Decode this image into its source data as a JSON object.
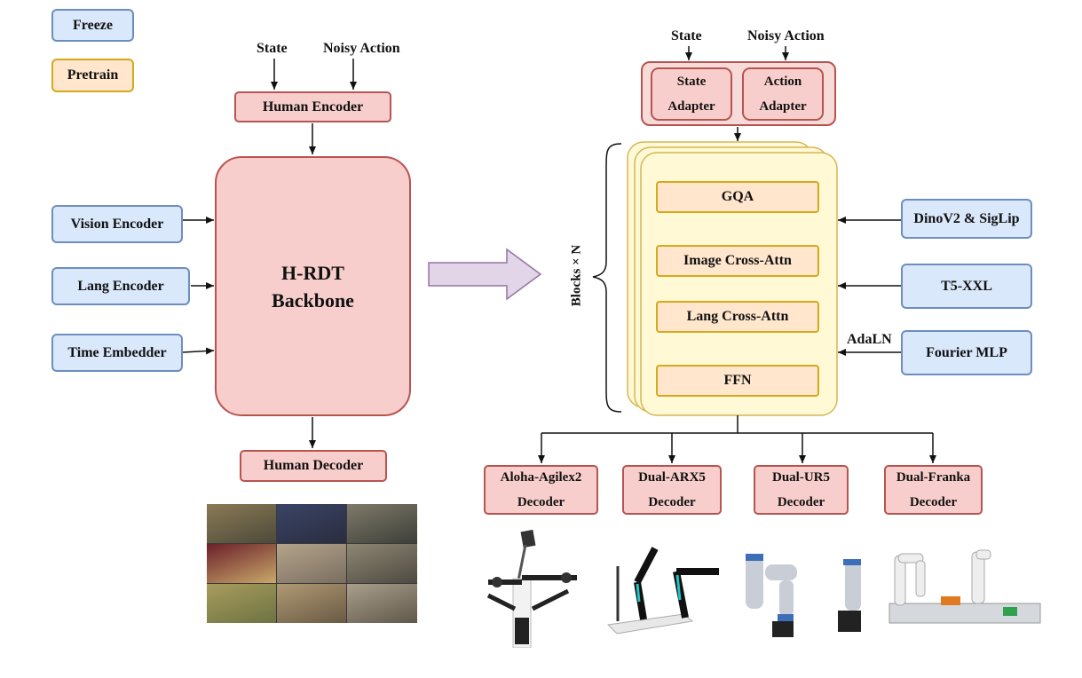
{
  "legend": {
    "freeze": "Freeze",
    "pretrain": "Pretrain"
  },
  "left": {
    "state": "State",
    "noisy_action": "Noisy Action",
    "human_encoder": "Human Encoder",
    "backbone_line1": "H-RDT",
    "backbone_line2": "Backbone",
    "vision_encoder": "Vision Encoder",
    "lang_encoder": "Lang Encoder",
    "time_embedder": "Time Embedder",
    "human_decoder": "Human Decoder"
  },
  "right": {
    "state": "State",
    "noisy_action": "Noisy Action",
    "state_adapter_1": "State",
    "state_adapter_2": "Adapter",
    "action_adapter_1": "Action",
    "action_adapter_2": "Adapter",
    "blocks_label": "Blocks × N",
    "gqa": "GQA",
    "image_cross_attn": "Image Cross-Attn",
    "lang_cross_attn": "Lang Cross-Attn",
    "ffn": "FFN",
    "dinov2": "DinoV2 & SigLip",
    "t5": "T5-XXL",
    "adaln": "AdaLN",
    "fourier": "Fourier MLP",
    "decoders": [
      {
        "line1": "Aloha-Agilex2",
        "line2": "Decoder"
      },
      {
        "line1": "Dual-ARX5",
        "line2": "Decoder"
      },
      {
        "line1": "Dual-UR5",
        "line2": "Decoder"
      },
      {
        "line1": "Dual-Franka",
        "line2": "Decoder"
      }
    ]
  },
  "colors": {
    "freeze_fill": "#dae8fc",
    "freeze_border": "#6c8ebf",
    "pretrain_fill": "#ffe6cc",
    "pretrain_border": "#d6a81c",
    "module_fill": "#f8cecc",
    "module_border": "#b85450",
    "block_fill": "#fff9d6",
    "arrow_fill": "#e1d5e7",
    "arrow_border": "#9673a6"
  }
}
